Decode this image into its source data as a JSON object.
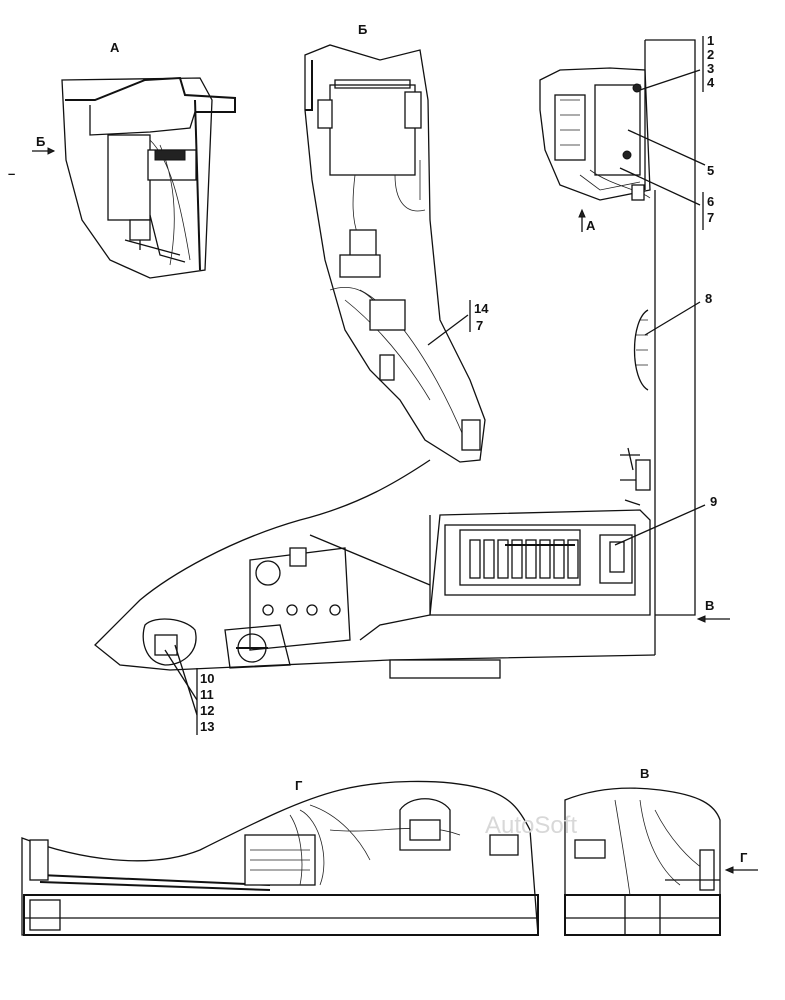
{
  "view_labels": {
    "a": "А",
    "b": "Б",
    "v": "В",
    "g": "Г"
  },
  "arrow_labels": {
    "b_arrow": "Б",
    "a_arrow": "А",
    "v_arrow": "В",
    "g_arrow": "Г"
  },
  "callouts": {
    "n1": "1",
    "n2": "2",
    "n3": "3",
    "n4": "4",
    "n5": "5",
    "n6": "6",
    "n7": "7",
    "n8": "8",
    "n9": "9",
    "n10": "10",
    "n11": "11",
    "n12": "12",
    "n13": "13",
    "n14": "14",
    "n7b": "7"
  },
  "dash_mark": "–",
  "watermark": "AutoSoft"
}
